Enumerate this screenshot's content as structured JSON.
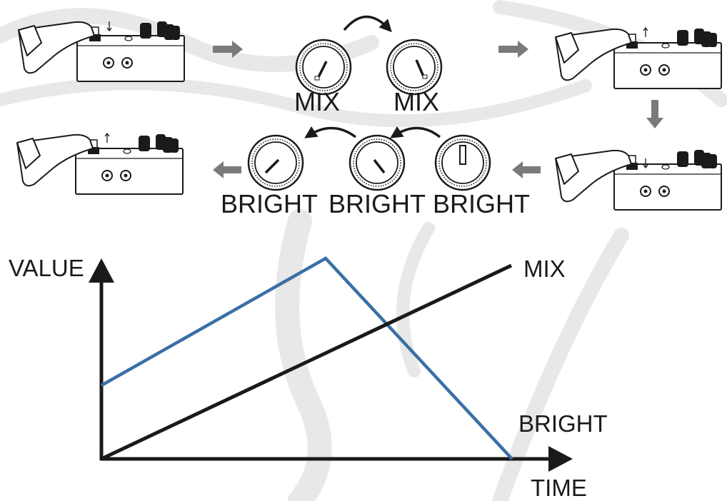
{
  "knobs": {
    "mix_label_1": "MIX",
    "mix_label_2": "MIX",
    "bright_label_1": "BRIGHT",
    "bright_label_2": "BRIGHT",
    "bright_label_3": "BRIGHT"
  },
  "graph": {
    "y_axis_label": "VALUE",
    "x_axis_label": "TIME",
    "mix_series_label": "MIX",
    "bright_series_label": "BRIGHT"
  },
  "colors": {
    "line_dark": "#1a1a1a",
    "line_blue": "#3a6fa6",
    "arrow_gray": "#7a7a7a",
    "watermark": "#e6e6e6"
  },
  "icons": [
    "pedal-icon",
    "foot-icon",
    "knob-icon",
    "curved-arrow-icon",
    "straight-arrow-icon"
  ]
}
